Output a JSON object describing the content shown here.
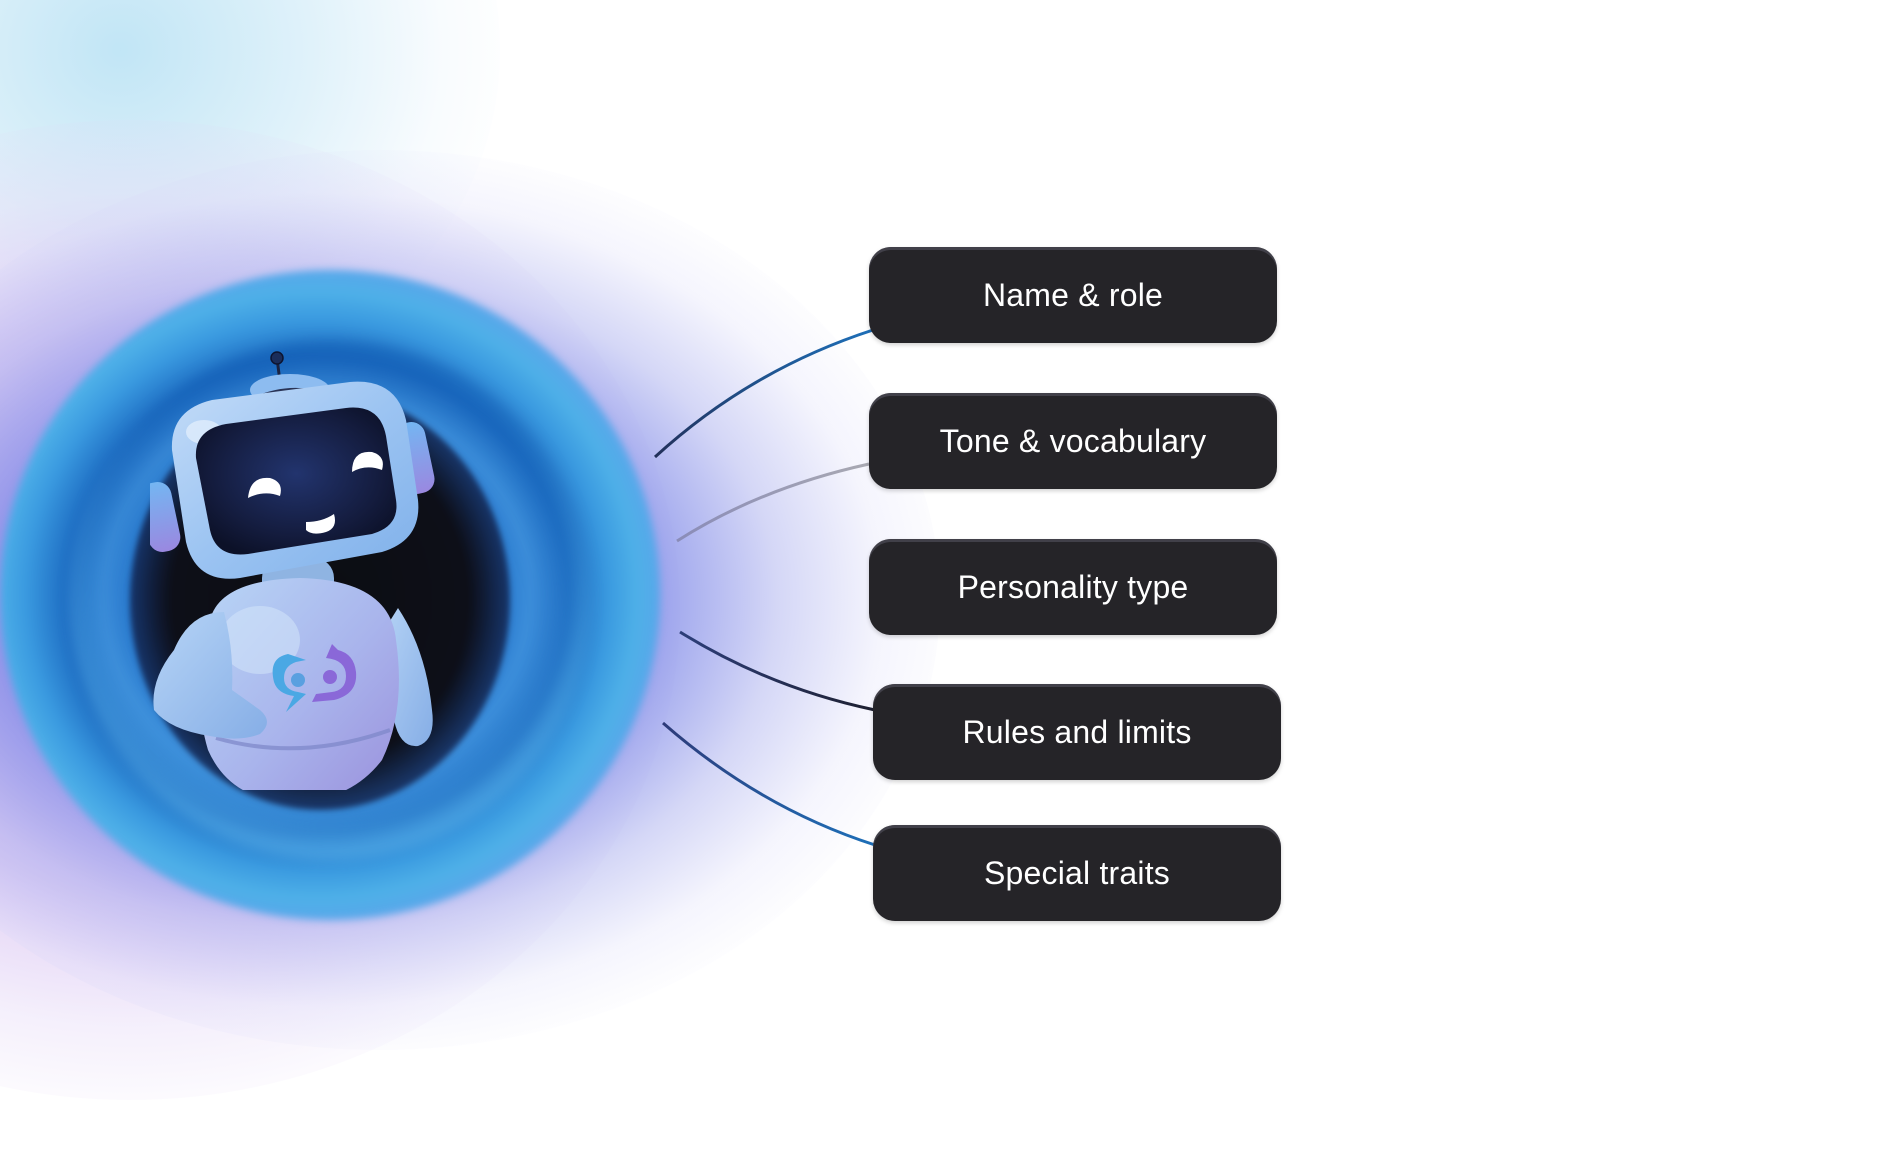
{
  "diagram": {
    "central_figure": {
      "label": "robot-assistant",
      "chest_logo": "chat-link-logo"
    },
    "traits": [
      {
        "label": "Name & role",
        "line_color": "#1e6fb8"
      },
      {
        "label": "Tone & vocabulary",
        "line_color": "#a3a3ad"
      },
      {
        "label": "Personality type",
        "line_color": "#8e8e98"
      },
      {
        "label": "Rules and limits",
        "line_color": "#24263a"
      },
      {
        "label": "Special traits",
        "line_color": "#1e6fb8"
      }
    ]
  },
  "colors": {
    "box_background": "#252428",
    "box_text": "#ffffff",
    "portal_blue": "#2070c8",
    "portal_violet": "#7f88e6",
    "glow_pink": "#c8a0eb",
    "glow_cyan": "#bee4f5",
    "robot_body": "#a9c8f2",
    "robot_screen": "#141c3e"
  }
}
